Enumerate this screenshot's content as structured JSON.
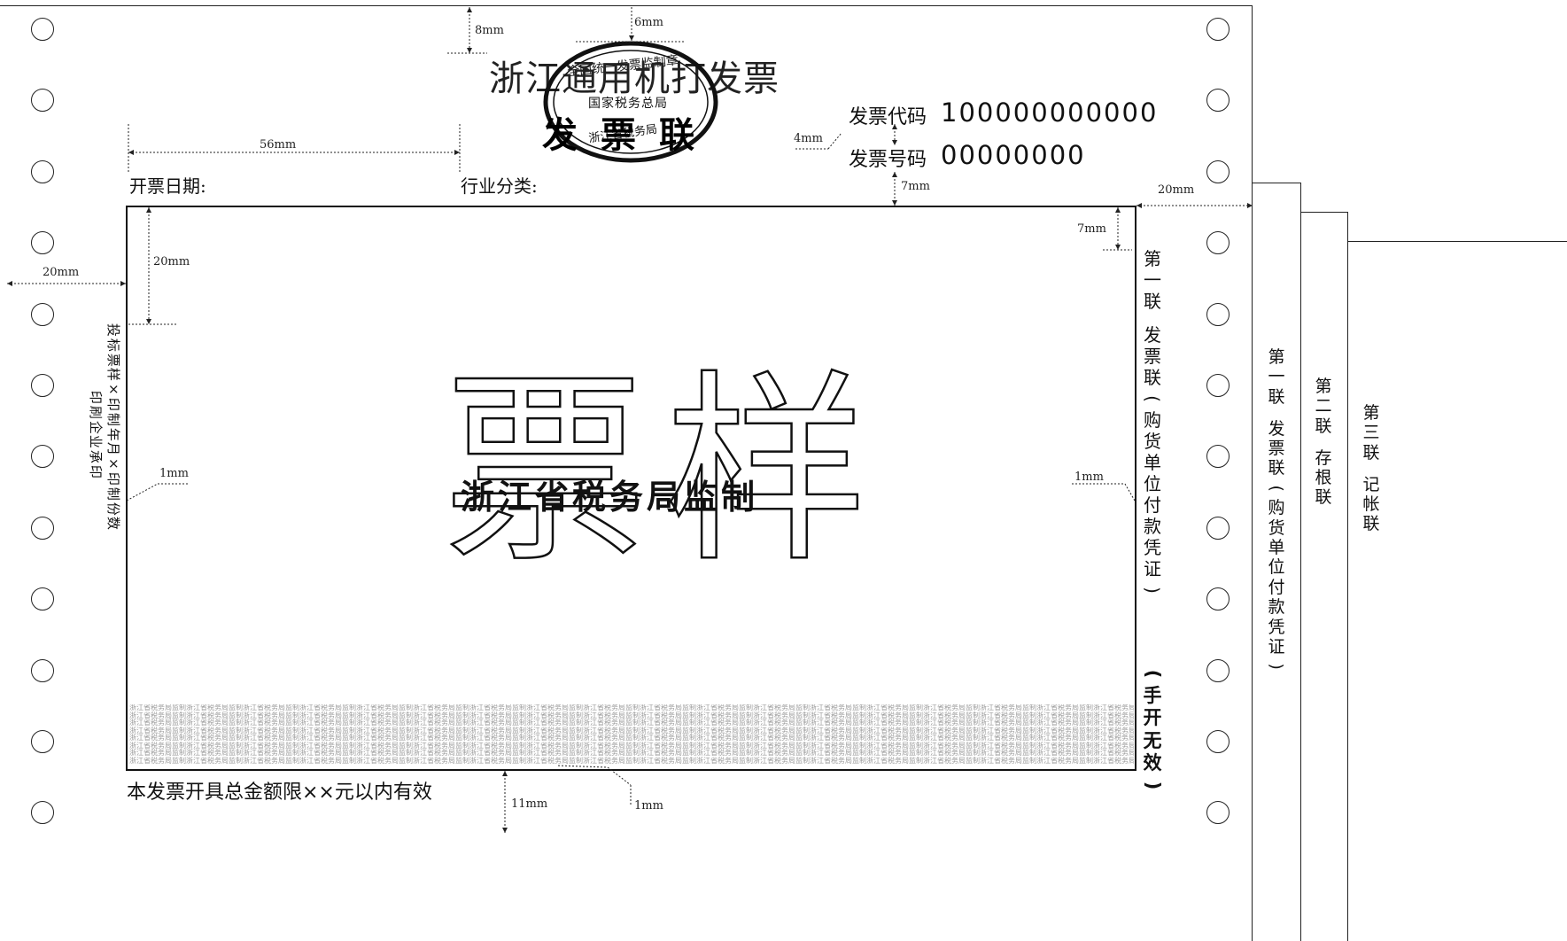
{
  "title": "浙江通用机打发票",
  "copy_label": "发票联",
  "stamp": {
    "org": "国家税务总局",
    "ring_text": "全国统一发票监制章",
    "lower": "浙江省税务局"
  },
  "invoice_code": {
    "label": "发票代码",
    "value": "100000000000"
  },
  "invoice_number": {
    "label": "发票号码",
    "value": "00000000"
  },
  "issue_date_label": "开票日期:",
  "industry_label": "行业分类:",
  "sample_watermark": "票样",
  "supervision_text": "浙江省税务局监制",
  "bottom_note": "本发票开具总金额限××元以内有效",
  "left_note_line1": "投标票样×印制年月×印制份数",
  "left_note_line2": "印刷企业承印",
  "right_note_main": "第一联 发票联(购货单位付款凭证)",
  "right_note_handwritten": "(手开无效)",
  "tab1": "第一联 发票联(购货单位付款凭证)",
  "tab2": "第二联 存根联",
  "tab3": "第三联 记帐联",
  "microprint_text": "浙江省税务局监制",
  "dimensions": {
    "top_margin": "8mm",
    "title_gap": "6mm",
    "code_gap": "4mm",
    "code_box_gap": "7mm",
    "date_width": "56mm",
    "left_margin": "20mm",
    "right_margin": "20mm",
    "inner_top_left": "20mm",
    "inner_top_right": "7mm",
    "border_left": "1mm",
    "border_right": "1mm",
    "bottom_gap": "11mm",
    "micro_gap": "1mm"
  },
  "colors": {
    "ink": "#111111",
    "microprint": "#9a9a9a"
  }
}
